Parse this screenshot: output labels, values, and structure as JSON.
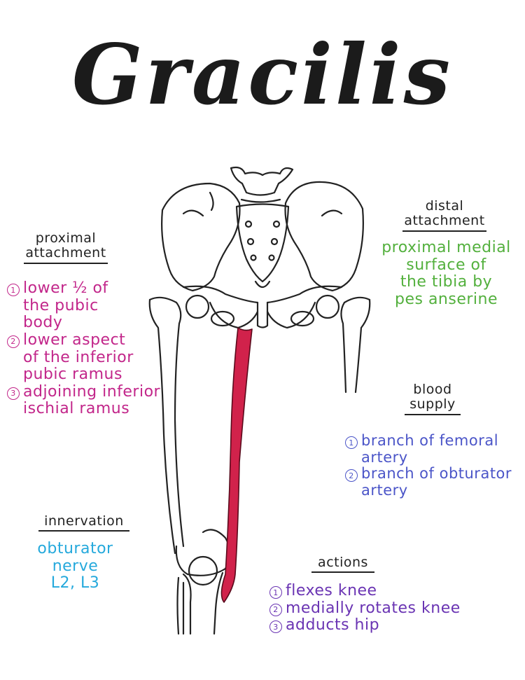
{
  "title": "Gracilis",
  "proximal_attachment": {
    "heading": "proximal attachment",
    "items": [
      {
        "num": "1",
        "text": "lower ½ of\nthe pubic\nbody"
      },
      {
        "num": "2",
        "text": "lower aspect\nof the inferior\npubic ramus"
      },
      {
        "num": "3",
        "text": "adjoining inferior\nischial ramus"
      }
    ]
  },
  "distal_attachment": {
    "heading": "distal attachment",
    "text": "proximal medial\nsurface of\nthe tibia by\npes anserine"
  },
  "blood_supply": {
    "heading": "blood supply",
    "items": [
      {
        "num": "1",
        "text": "branch of femoral\nartery"
      },
      {
        "num": "2",
        "text": "branch of obturator\nartery"
      }
    ]
  },
  "innervation": {
    "heading": "innervation",
    "text": "obturator nerve\nL2, L3"
  },
  "actions": {
    "heading": "actions",
    "items": [
      {
        "num": "1",
        "text": "flexes knee"
      },
      {
        "num": "2",
        "text": "medially rotates knee"
      },
      {
        "num": "3",
        "text": "adducts hip"
      }
    ]
  },
  "colors": {
    "ink": "#222222",
    "muscle": "#d1224b",
    "proximal": "#c2268a",
    "distal": "#53b03d",
    "blood": "#4b55c8",
    "innervation": "#25a9dc",
    "actions": "#6a34b3"
  }
}
